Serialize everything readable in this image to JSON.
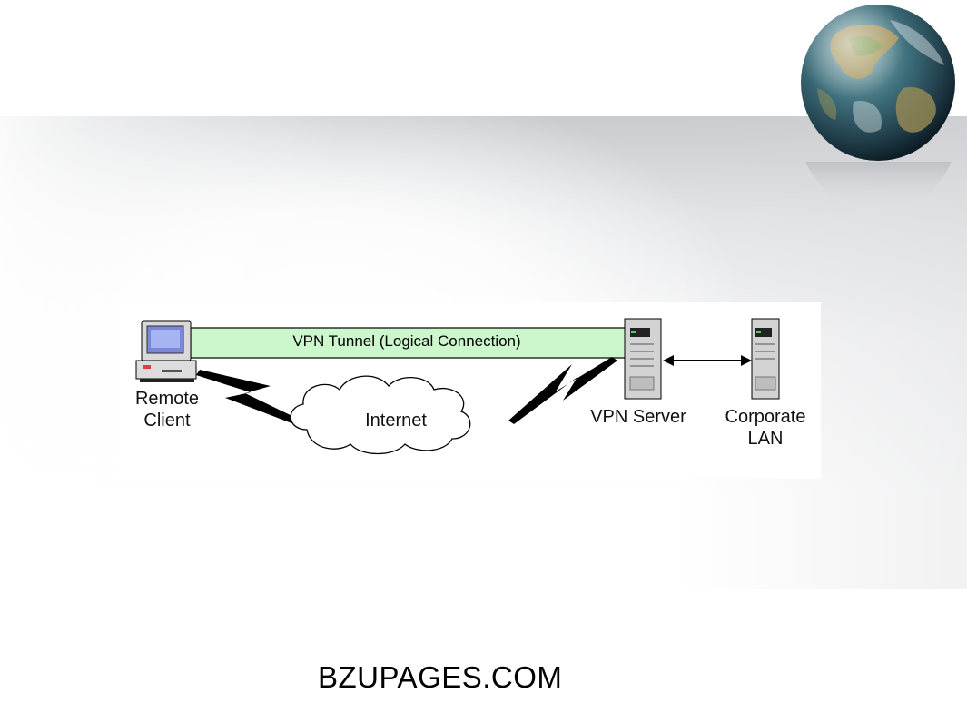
{
  "diagram": {
    "tunnel_label": "VPN Tunnel (Logical Connection)",
    "nodes": {
      "remote_client": [
        "Remote",
        "Client"
      ],
      "internet": "Internet",
      "vpn_server": "VPN Server",
      "corporate_lan": [
        "Corporate",
        "LAN"
      ]
    },
    "colors": {
      "tunnel_fill": "#ccf7cc",
      "tunnel_border": "#000000"
    }
  },
  "footer": {
    "text": "BZUPAGES.COM"
  },
  "icons": [
    "globe-icon",
    "computer-icon",
    "server-icon",
    "cloud-icon",
    "lightning-link-icon",
    "double-arrow-icon"
  ]
}
